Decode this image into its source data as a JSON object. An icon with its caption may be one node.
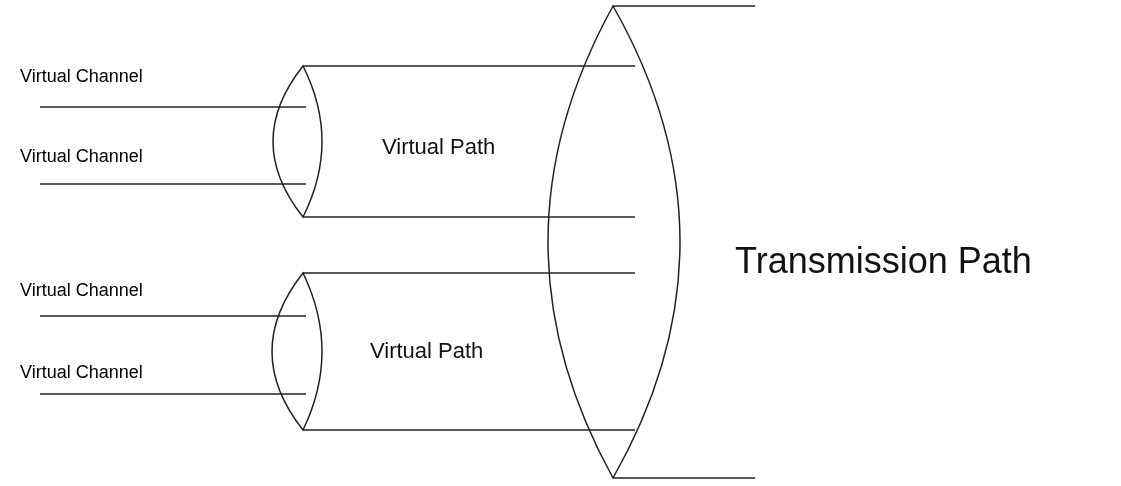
{
  "diagram": {
    "nodes": [
      {
        "text": [
          "Transmission Path"
        ]
      },
      {
        "text": [
          "Virtual Path"
        ]
      },
      {
        "text": [
          "Virtual Path"
        ]
      }
    ],
    "edges": [
      {
        "from": 1,
        "to": 0,
        "arrow": "none"
      },
      {
        "from": 1,
        "to": 0,
        "arrow": "none"
      },
      {
        "from": 2,
        "to": 0,
        "arrow": "none"
      },
      {
        "from": 2,
        "to": 0,
        "arrow": "none"
      }
    ],
    "labels": [
      "Virtual Channel",
      "Virtual Channel",
      "Virtual Channel",
      "Virtual Channel"
    ]
  }
}
